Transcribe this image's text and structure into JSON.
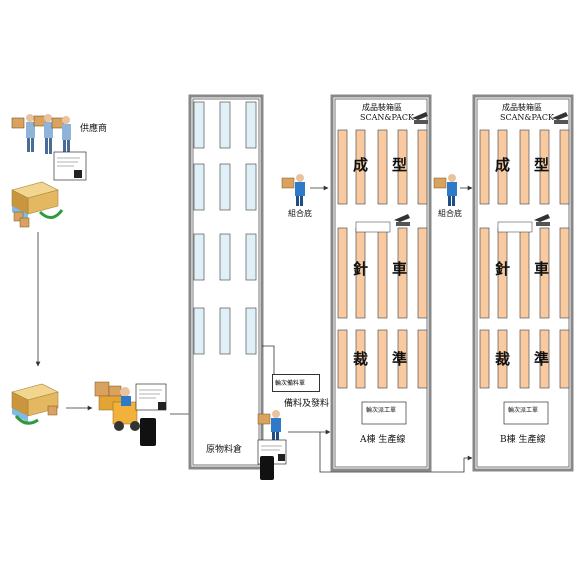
{
  "supplier_label": "供應商",
  "warehouse": {
    "label": "原物料倉"
  },
  "prep_label": "備料及發料",
  "prep_doc_label": "輪次備料單",
  "line_a": {
    "header": "成品裝箱區",
    "header_sub": "SCAN&PACK",
    "assembly_label": "組合底",
    "zone_labels": [
      "成",
      "型",
      "針",
      "車",
      "裁",
      "準"
    ],
    "work_order": "輪次派工單",
    "footer": "A棟 生產線"
  },
  "line_b": {
    "header": "成品裝箱區",
    "header_sub": "SCAN&PACK",
    "assembly_label": "組合底",
    "zone_labels": [
      "成",
      "型",
      "針",
      "車",
      "裁",
      "準"
    ],
    "work_order": "輪次派工單",
    "footer": "B棟 生產線"
  },
  "colors": {
    "shelf_blue": "#dff1f6",
    "line_orange": "#f9c9a0",
    "outline": "#555555",
    "box_brown": "#d9a25f"
  },
  "icons": [
    "supplier-people-icon",
    "delivery-truck-icon",
    "forklift-icon",
    "phone-scanner-icon",
    "qr-code-icon",
    "barcode-scanner-icon",
    "worker-icon"
  ]
}
